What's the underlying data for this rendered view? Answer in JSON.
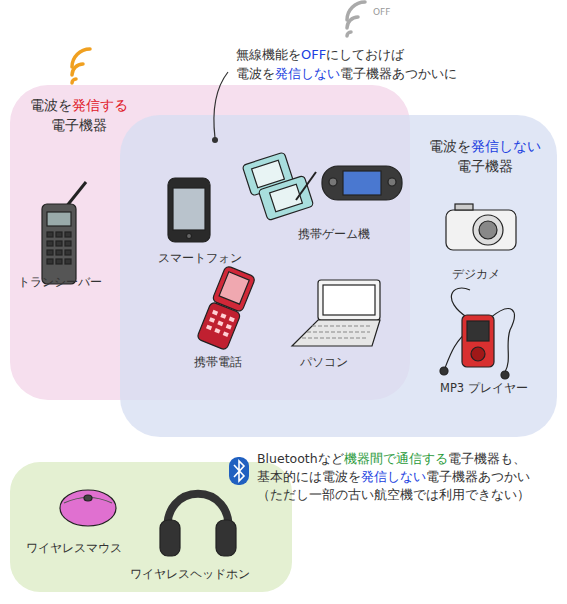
{
  "diagram": {
    "nodes": [
      {
        "text": [
          "電波を発信する 電子機器",
          "トランシーバー"
        ]
      },
      {
        "text": [
          "電波を発信しない 電子機器",
          "デジカメ",
          "MP3 プレイヤー"
        ]
      },
      {
        "text": [
          "ワイヤレスマウス",
          "ワイヤレスヘッドホン"
        ]
      }
    ],
    "labels": [
      "無線機能をOFFにしておけば 電波を発信しない電子機器あつかいに",
      "OFF",
      "スマートフォン",
      "携帯ゲーム機",
      "携帯電話",
      "パソコン",
      "Bluetoothなど機器間で通信する電子機器も、 基本的には電波を発信しない電子機器あつかい （ただし一部の古い航空機では利用できない）"
    ]
  }
}
